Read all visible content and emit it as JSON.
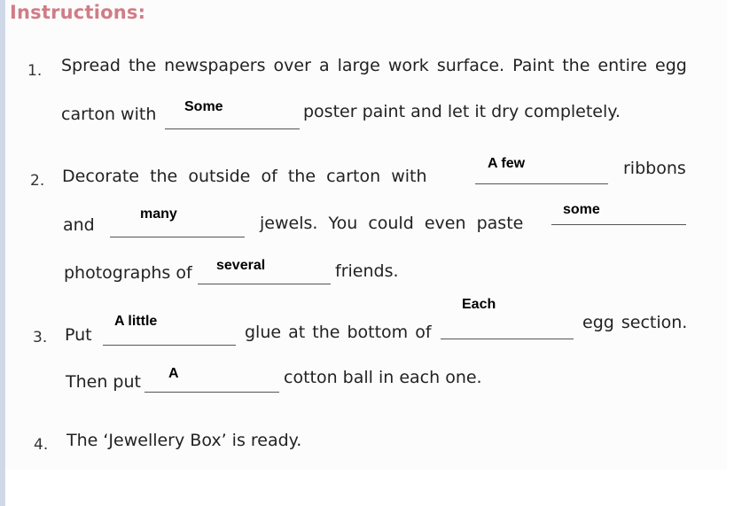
{
  "title": "Instructions:",
  "steps": [
    {
      "number": "1.",
      "line1": "Spread the newspapers over a large work surface. Paint the entire egg",
      "line2_before": "carton with",
      "line2_after": "poster paint and let it dry completely.",
      "answers": [
        "Some"
      ]
    },
    {
      "number": "2.",
      "line1_before": "Decorate  the  outside  of  the  carton  with",
      "line1_after": "ribbons",
      "line2_before": "and",
      "line2_middle": "jewels.  You  could  even  paste",
      "line3_before": "photographs of",
      "line3_after": "friends.",
      "answers": [
        "A few",
        "many",
        "some",
        "several"
      ]
    },
    {
      "number": "3.",
      "line1_before": "Put",
      "line1_middle": "glue at the bottom of",
      "line1_after": "egg section.",
      "line2_before": "Then put",
      "line2_after": "cotton ball in each one.",
      "answers": [
        "A little",
        "Each",
        "A"
      ]
    },
    {
      "number": "4.",
      "line1": "The ‘Jewellery Box’ is ready."
    }
  ]
}
